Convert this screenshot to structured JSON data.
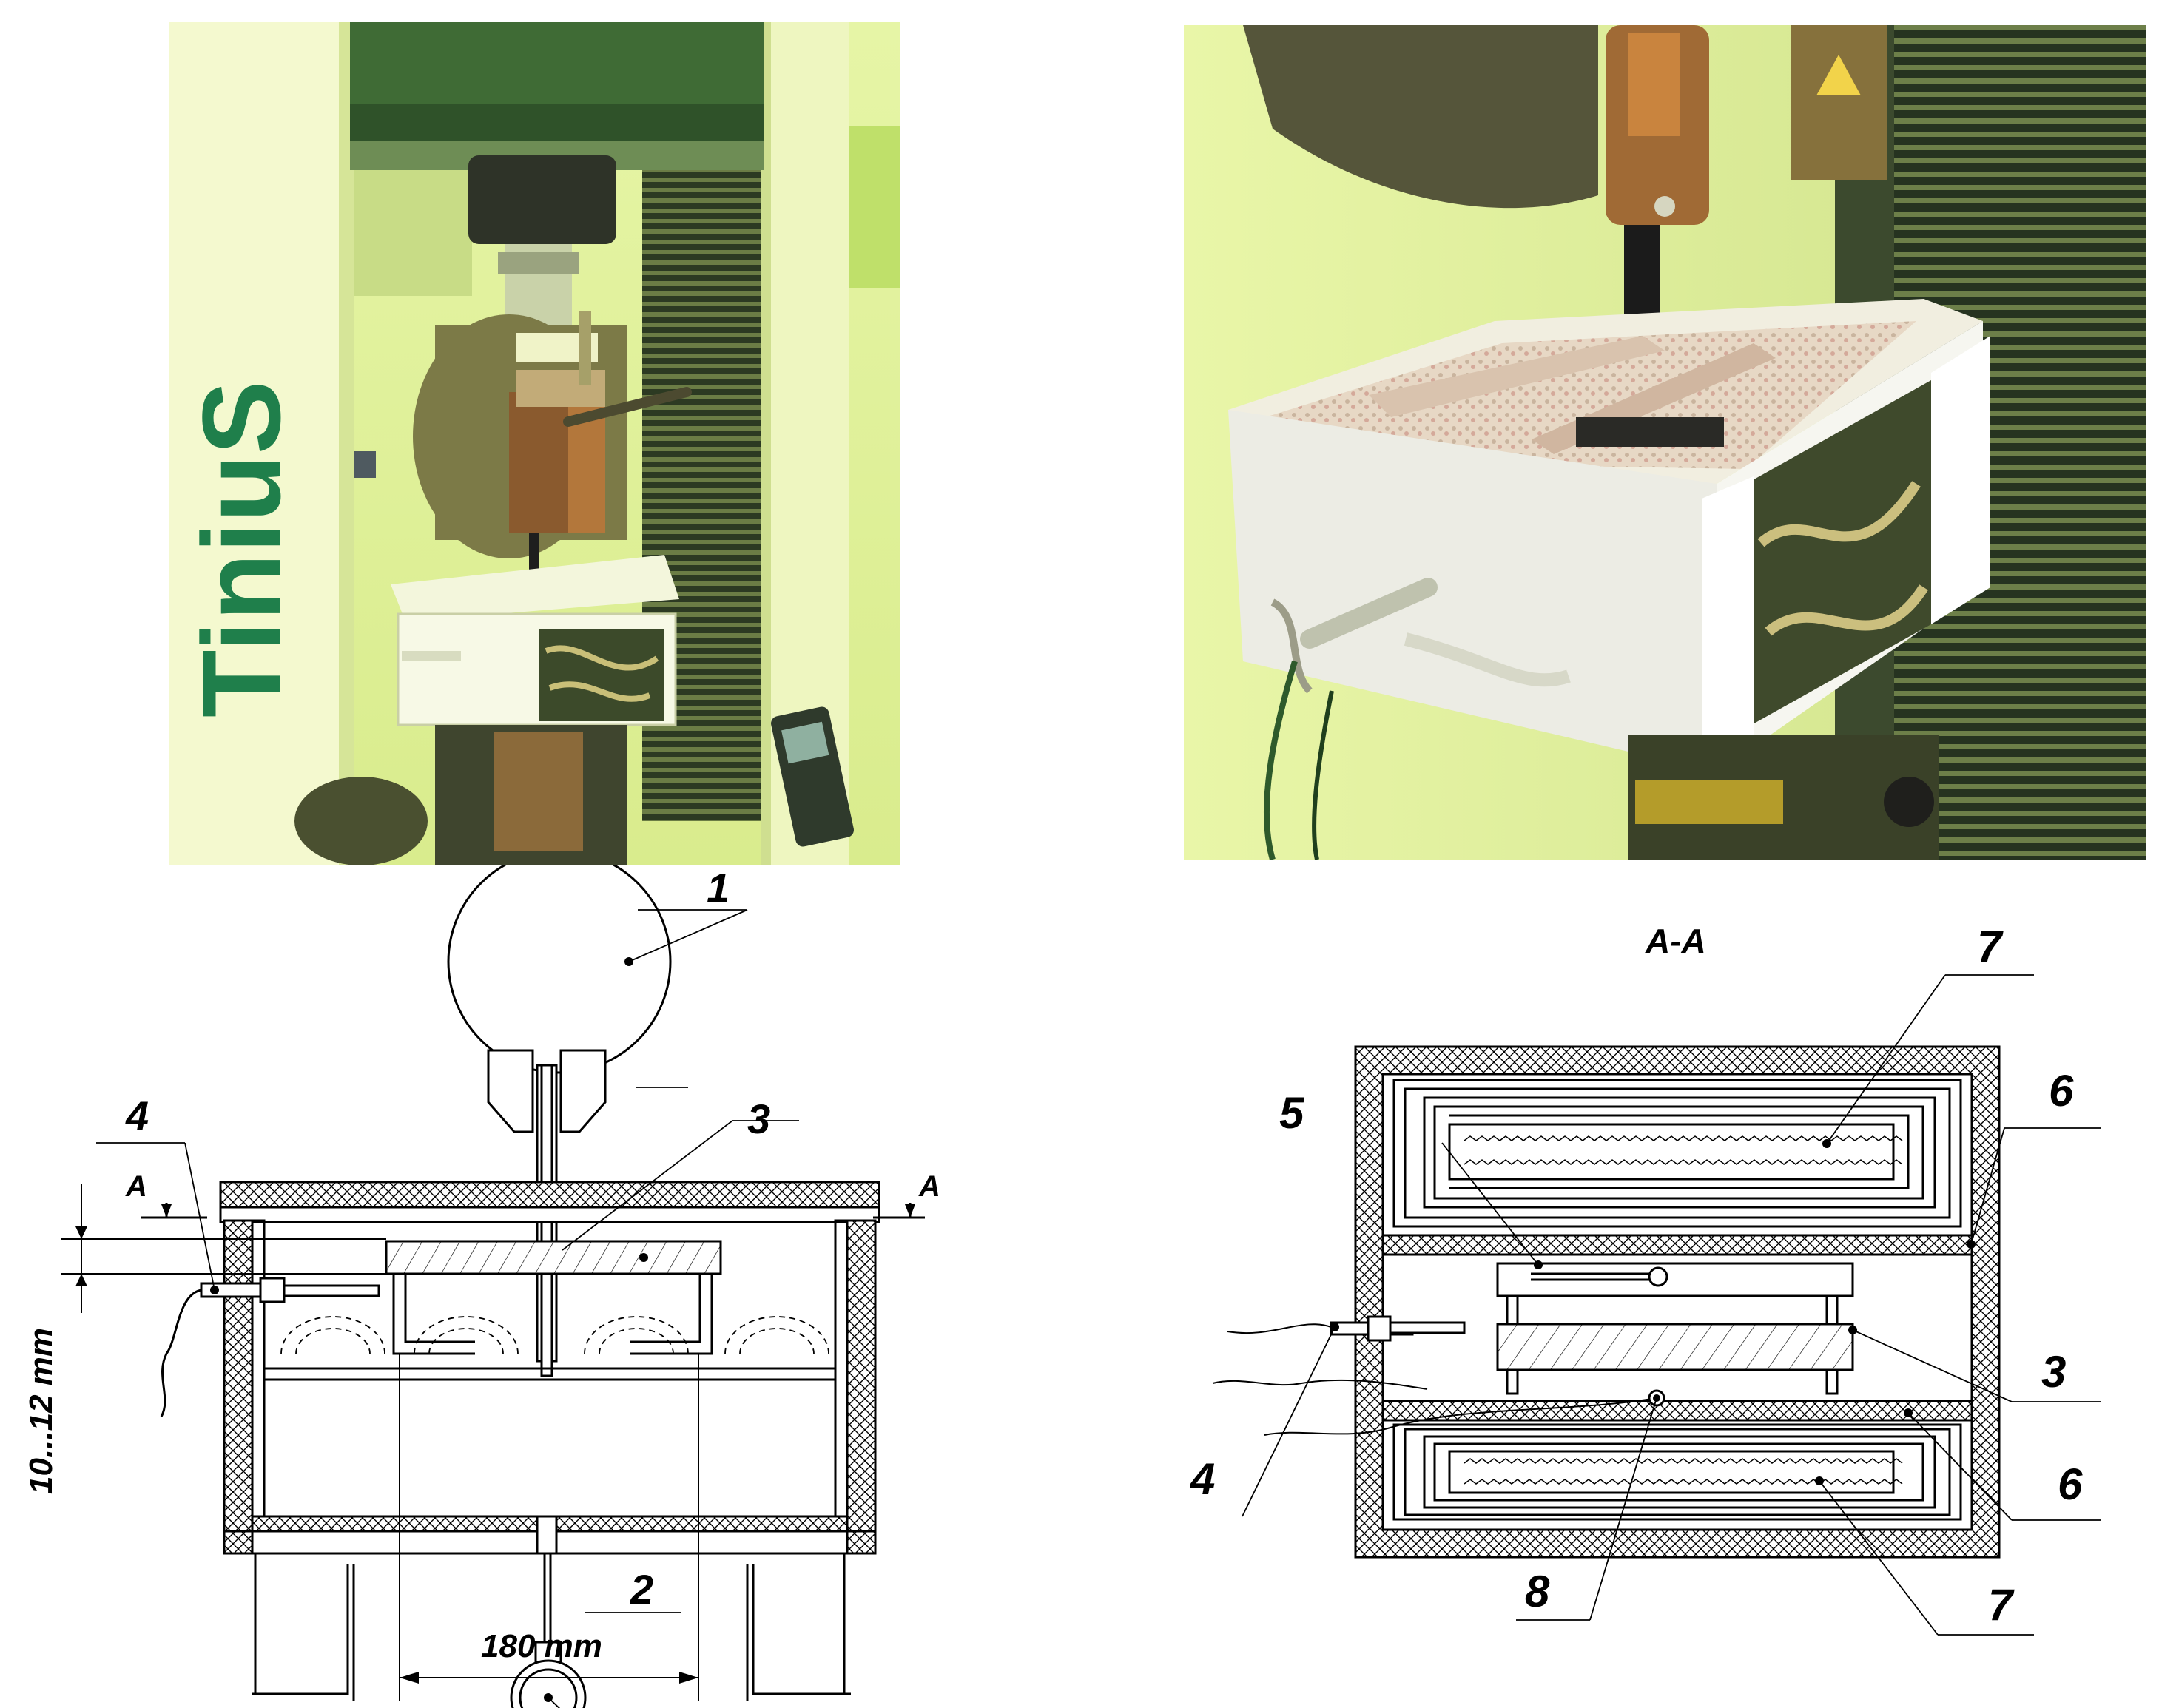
{
  "photo_left": {
    "brand_text": "TiniuS"
  },
  "drawing_side": {
    "labels": {
      "one": "1",
      "two": "2",
      "three": "3",
      "four": "4"
    },
    "section_mark": "A",
    "dim_gap": "10...12 mm",
    "dim_width": "180 mm"
  },
  "drawing_section": {
    "title": "A-A",
    "labels": {
      "seven_top": "7",
      "seven_bottom": "7",
      "six_top": "6",
      "six_bottom": "6",
      "five": "5",
      "four": "4",
      "three": "3",
      "eight": "8"
    }
  },
  "colors": {
    "photo_tint": "#e8f3a0",
    "frame_green": "#3f6b35",
    "ink": "#000000"
  }
}
